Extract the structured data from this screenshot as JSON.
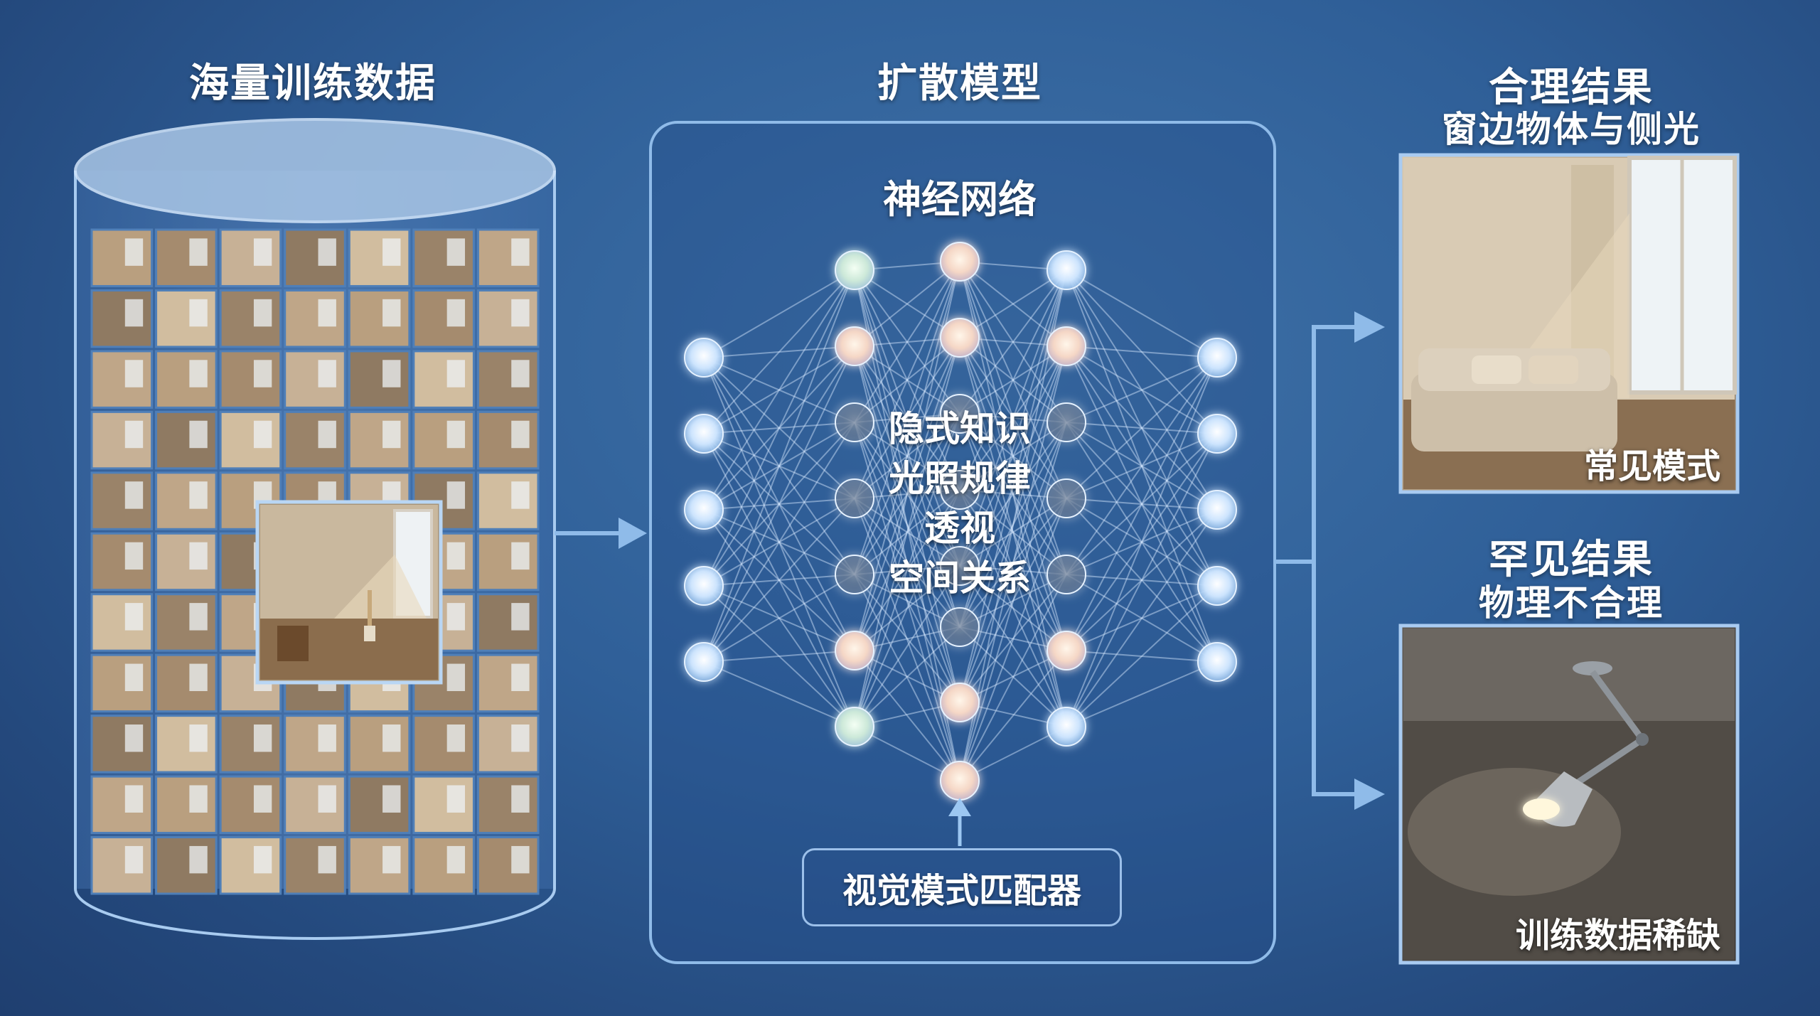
{
  "titles": {
    "training_data": "海量训练数据",
    "diffusion_model": "扩散模型",
    "plausible_result": "合理结果",
    "plausible_sub": "窗边物体与侧光",
    "rare_result": "罕见结果",
    "rare_sub": "物理不合理"
  },
  "network": {
    "label": "神经网络",
    "concepts": [
      "隐式知识",
      "光照规律",
      "透视",
      "空间关系"
    ],
    "matcher_label": "视觉模式匹配器"
  },
  "results": {
    "common_caption": "常见模式",
    "rare_caption": "训练数据稀缺"
  },
  "colors": {
    "background": "#2f5f98",
    "accent_line": "#8fbbe9",
    "node_glow": "#cfe6ff"
  }
}
